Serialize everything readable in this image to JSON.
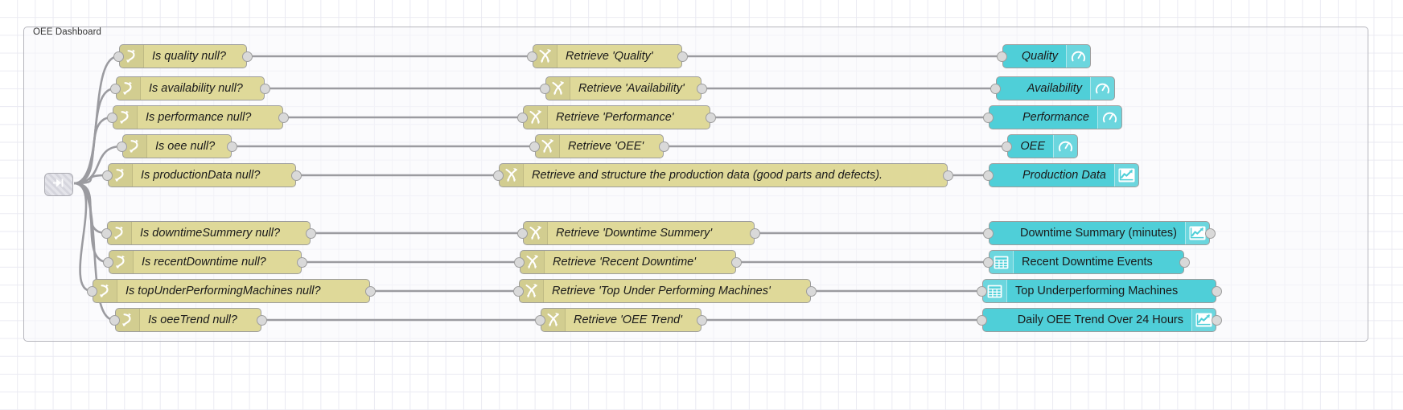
{
  "editor": {
    "app": "node-red-flow-editor",
    "group": {
      "label": "OEE Dashboard"
    },
    "colors": {
      "node_yellow": "#dfd999",
      "node_cyan": "#4fcfd8",
      "link_stroke": "#9b9ba0",
      "grid": "#eaeaf2",
      "group_border": "#b6b6bd",
      "canvas_bg": "#ffffff"
    }
  },
  "source_node": {
    "name": "link-in-node",
    "icon": "link-in-icon",
    "label": ""
  },
  "columns": {
    "switch_label": "switch-node",
    "change_label": "change-node",
    "ui_label": "dashboard-node"
  },
  "rows": [
    {
      "id": "quality",
      "switch": {
        "label": "Is quality null?",
        "icon": "switch-icon"
      },
      "change": {
        "label": "Retrieve 'Quality'",
        "icon": "change-icon"
      },
      "ui": {
        "label": "Quality",
        "icon": "gauge-icon",
        "icon_side": "right"
      }
    },
    {
      "id": "availability",
      "switch": {
        "label": "Is availability null?",
        "icon": "switch-icon"
      },
      "change": {
        "label": "Retrieve 'Availability'",
        "icon": "change-icon"
      },
      "ui": {
        "label": "Availability",
        "icon": "gauge-icon",
        "icon_side": "right"
      }
    },
    {
      "id": "performance",
      "switch": {
        "label": "Is performance null?",
        "icon": "switch-icon"
      },
      "change": {
        "label": "Retrieve 'Performance'",
        "icon": "change-icon"
      },
      "ui": {
        "label": "Performance",
        "icon": "gauge-icon",
        "icon_side": "right"
      }
    },
    {
      "id": "oee",
      "switch": {
        "label": "Is oee null?",
        "icon": "switch-icon"
      },
      "change": {
        "label": "Retrieve 'OEE'",
        "icon": "change-icon"
      },
      "ui": {
        "label": "OEE",
        "icon": "gauge-icon",
        "icon_side": "right"
      }
    },
    {
      "id": "production-data",
      "switch": {
        "label": "Is productionData null?",
        "icon": "switch-icon"
      },
      "change": {
        "label": "Retrieve and structure the production data (good parts and defects).",
        "icon": "change-icon"
      },
      "ui": {
        "label": "Production Data",
        "icon": "chart-line-icon",
        "icon_side": "right"
      }
    },
    {
      "id": "downtime-summary",
      "switch": {
        "label": "Is downtimeSummery null?",
        "icon": "switch-icon"
      },
      "change": {
        "label": "Retrieve 'Downtime Summery'",
        "icon": "change-icon"
      },
      "ui": {
        "label": "Downtime Summary (minutes)",
        "icon": "chart-line-icon",
        "icon_side": "right"
      }
    },
    {
      "id": "recent-downtime",
      "switch": {
        "label": "Is recentDowntime null?",
        "icon": "switch-icon"
      },
      "change": {
        "label": "Retrieve 'Recent Downtime'",
        "icon": "change-icon"
      },
      "ui": {
        "label": "Recent Downtime Events",
        "icon": "table-icon",
        "icon_side": "left"
      }
    },
    {
      "id": "top-underperforming",
      "switch": {
        "label": "Is topUnderPerformingMachines null?",
        "icon": "switch-icon"
      },
      "change": {
        "label": "Retrieve 'Top Under Performing Machines'",
        "icon": "change-icon"
      },
      "ui": {
        "label": "Top Underperforming Machines",
        "icon": "table-icon",
        "icon_side": "left"
      }
    },
    {
      "id": "oee-trend",
      "switch": {
        "label": "Is oeeTrend null?",
        "icon": "switch-icon"
      },
      "change": {
        "label": "Retrieve 'OEE Trend'",
        "icon": "change-icon"
      },
      "ui": {
        "label": "Daily OEE Trend Over 24 Hours",
        "icon": "chart-line-icon",
        "icon_side": "right"
      }
    }
  ]
}
